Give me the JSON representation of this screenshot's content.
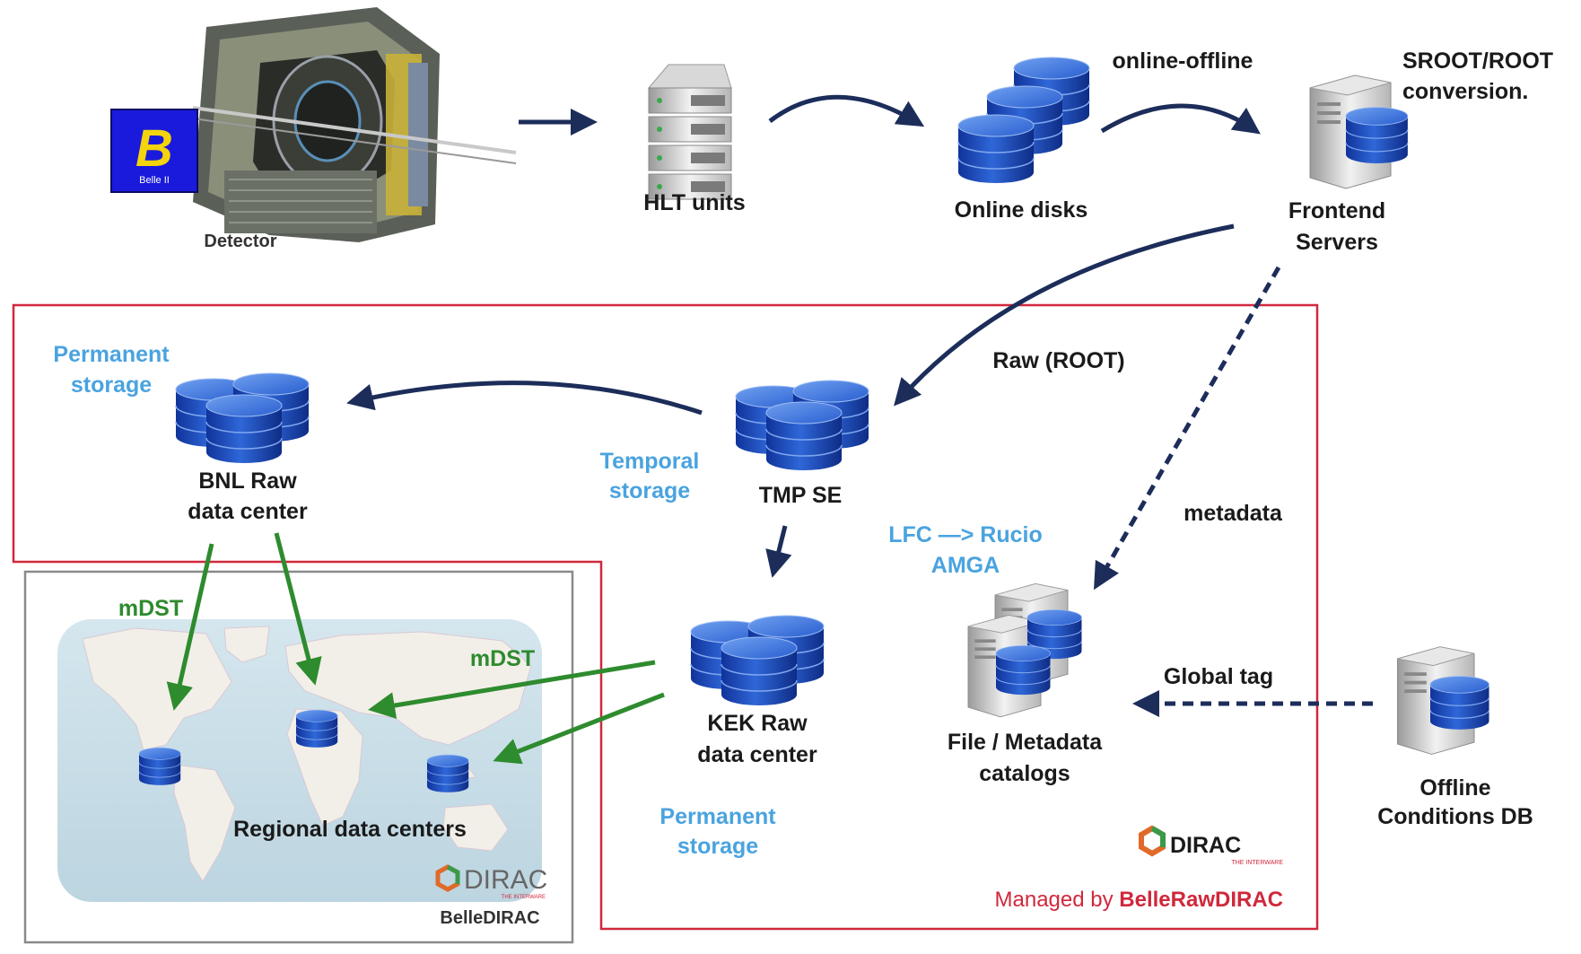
{
  "labels": {
    "detector": "Detector",
    "hlt": "HLT units",
    "online_disks": "Online disks",
    "online_offline": "online-offline",
    "sroot_1": "SROOT/ROOT",
    "sroot_2": "conversion.",
    "frontend_1": "Frontend",
    "frontend_2": "Servers",
    "raw_root": "Raw (ROOT)",
    "perm_1": "Permanent",
    "perm_2": "storage",
    "bnl_1": "BNL Raw",
    "bnl_2": "data center",
    "temporal_1": "Temporal",
    "temporal_2": "storage",
    "tmp_se": "TMP SE",
    "metadata": "metadata",
    "lfc_1": "LFC —> Rucio",
    "lfc_2": "AMGA",
    "mdst_1": "mDST",
    "mdst_2": "mDST",
    "kek_1": "KEK Raw",
    "kek_2": "data center",
    "kek_perm_1": "Permanent",
    "kek_perm_2": "storage",
    "catalog_1": "File / Metadata",
    "catalog_2": "catalogs",
    "global_tag": "Global tag",
    "offline_1": "Offline",
    "offline_2": "Conditions DB",
    "regional": "Regional data centers",
    "belledirac": "BelleDIRAC",
    "managed_prefix": "Managed by ",
    "managed_name": "BelleRawDIRAC",
    "dirac_logo": "DIRAC",
    "dirac_tagline": "THE INTERWARE",
    "belle_logo": "Belle II"
  },
  "colors": {
    "arrow_dark": "#1c2d5a",
    "arrow_green": "#2e8b2e",
    "red_box": "#d0283c",
    "gray_box": "#8a8a8a",
    "label_blue": "#4aa3df",
    "db_blue": "#1f4fb8",
    "map_sea": "#c8dde6",
    "map_land": "#f2efe8"
  },
  "icons": [
    "detector-image",
    "belle-logo-icon",
    "server-rack-icon",
    "database-icon",
    "tower-server-icon",
    "world-map-icon",
    "dirac-logo-icon"
  ]
}
